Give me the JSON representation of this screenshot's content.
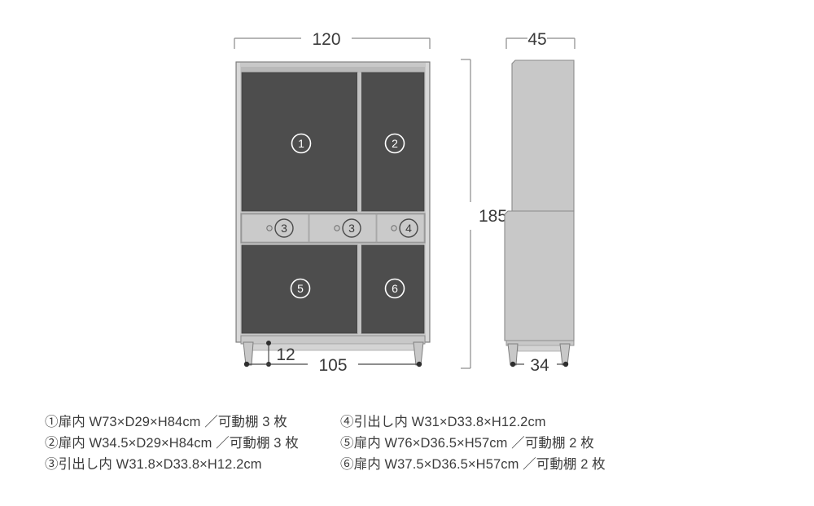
{
  "diagram": {
    "title": "Cabinet dimension drawing",
    "units": "cm",
    "front_view": {
      "name": "front-view",
      "width_label": "120",
      "height_label": "185",
      "base_width_label": "105",
      "toe_height_label": "12"
    },
    "side_view": {
      "name": "side-view",
      "depth_label": "45",
      "base_depth_label": "34"
    },
    "callouts": [
      {
        "id": "1",
        "glyph": "①",
        "text": "1",
        "section": "upper-left-door"
      },
      {
        "id": "2",
        "glyph": "②",
        "text": "2",
        "section": "upper-right-door"
      },
      {
        "id": "3a",
        "glyph": "③",
        "text": "3",
        "section": "drawer-left"
      },
      {
        "id": "3b",
        "glyph": "③",
        "text": "3",
        "section": "drawer-center"
      },
      {
        "id": "4",
        "glyph": "④",
        "text": "4",
        "section": "drawer-right"
      },
      {
        "id": "5",
        "glyph": "⑤",
        "text": "5",
        "section": "lower-left-door"
      },
      {
        "id": "6",
        "glyph": "⑥",
        "text": "6",
        "section": "lower-right-door"
      }
    ]
  },
  "legend": {
    "left_column": [
      "①扉内 W73×D29×H84cm ／可動棚 3 枚",
      "②扉内 W34.5×D29×H84cm ／可動棚 3 枚",
      "③引出し内 W31.8×D33.8×H12.2cm"
    ],
    "right_column": [
      "④引出し内 W31×D33.8×H12.2cm",
      "⑤扉内 W76×D36.5×H57cm ／可動棚 2 枚",
      "⑥扉内 W37.5×D36.5×H57cm ／可動棚 2 枚"
    ]
  },
  "colors": {
    "panel_dark": "#4d4d4d",
    "frame_light": "#c8c8c8",
    "frame_mid": "#b4b4b4",
    "outline": "#6e6e6e",
    "dimension_line": "#8a8a8a",
    "text": "#3a3a3a",
    "background": "#ffffff"
  }
}
